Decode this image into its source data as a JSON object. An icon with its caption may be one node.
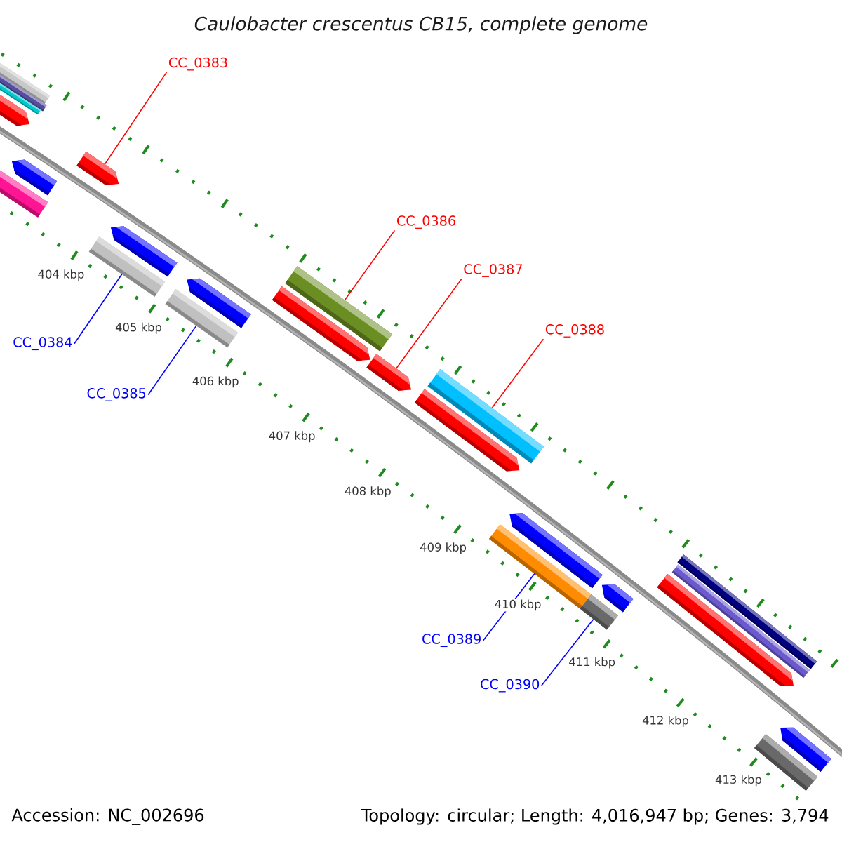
{
  "diagram": {
    "title": "Caulobacter crescentus CB15, complete genome",
    "nodes": [
      {
        "text": [
          "CC_0383"
        ]
      },
      {
        "text": [],
        "shape": "pentagon"
      },
      {
        "text": [
          "CC_0384"
        ]
      },
      {
        "text": [],
        "shape": "bar"
      },
      {
        "text": [
          "CC_0385"
        ]
      },
      {
        "text": [],
        "shape": "bar"
      },
      {
        "text": [
          "CC_0386"
        ]
      },
      {
        "text": [],
        "shape": "bar"
      },
      {
        "text": [
          "CC_0387"
        ]
      },
      {
        "text": [],
        "shape": "pentagon"
      },
      {
        "text": [
          "CC_0388"
        ]
      },
      {
        "text": [],
        "shape": "bar"
      },
      {
        "text": [
          "CC_0389"
        ]
      },
      {
        "text": [],
        "shape": "bar"
      },
      {
        "text": [
          "CC_0390"
        ]
      },
      {
        "text": [],
        "shape": "bar"
      },
      {
        "text": [],
        "shape": "bar"
      },
      {
        "text": [],
        "shape": "bar"
      },
      {
        "text": [],
        "shape": "bar"
      },
      {
        "text": [],
        "shape": "pentagon"
      },
      {
        "text": [],
        "shape": "pentagon"
      },
      {
        "text": [],
        "shape": "pentagon"
      },
      {
        "text": [],
        "shape": "bar"
      },
      {
        "text": [],
        "shape": "bar"
      },
      {
        "text": [],
        "shape": "pentagon"
      },
      {
        "text": [],
        "shape": "pentagon"
      },
      {
        "text": [],
        "shape": "bar"
      },
      {
        "text": [],
        "shape": "pentagon"
      },
      {
        "text": [],
        "shape": "pentagon"
      },
      {
        "text": [],
        "shape": "pentagon"
      },
      {
        "text": [],
        "shape": "pentagon"
      },
      {
        "text": [],
        "shape": "pentagon"
      },
      {
        "text": [],
        "shape": "bar"
      }
    ],
    "edges": [
      {
        "from": 0,
        "to": 1,
        "arrow": "none",
        "color": "#ff0000"
      },
      {
        "from": 2,
        "to": 3,
        "arrow": "none",
        "color": "#0000ff"
      },
      {
        "from": 4,
        "to": 5,
        "arrow": "none",
        "color": "#0000ff"
      },
      {
        "from": 6,
        "to": 7,
        "arrow": "none",
        "color": "#ff0000"
      },
      {
        "from": 8,
        "to": 9,
        "arrow": "none",
        "color": "#ff0000"
      },
      {
        "from": 10,
        "to": 11,
        "arrow": "none",
        "color": "#ff0000"
      },
      {
        "from": 12,
        "to": 13,
        "arrow": "none",
        "color": "#0000ff"
      },
      {
        "from": 14,
        "to": 15,
        "arrow": "none",
        "color": "#0000ff"
      }
    ],
    "labels": [
      "404 kbp",
      "405 kbp",
      "406 kbp",
      "407 kbp",
      "408 kbp",
      "409 kbp",
      "410 kbp",
      "411 kbp",
      "412 kbp",
      "413 kbp",
      "Accession: NC_002696",
      "Topology: circular; Length: 4,016,947 bp; Genes: 3,794"
    ]
  }
}
